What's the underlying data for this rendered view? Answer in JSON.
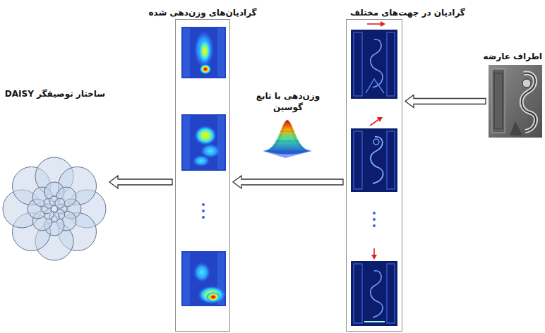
{
  "diagram": {
    "nodes": [
      {
        "text": [
          "اطراف عارضه"
        ]
      },
      {
        "text": [
          "گرادیان در جهت‌های مختلف"
        ]
      },
      {
        "text": [
          "گرادیان‌های وزن‌دهی شده"
        ]
      },
      {
        "text": [
          "ساختار توصیفگر DAISY"
        ]
      }
    ],
    "edges": [
      {
        "from": 0,
        "to": 1,
        "arrow": "to"
      },
      {
        "from": 1,
        "to": 2,
        "arrow": "to",
        "label": "وزن‌دهی با تابع گوسین"
      },
      {
        "from": 2,
        "to": 3,
        "arrow": "to"
      }
    ]
  }
}
